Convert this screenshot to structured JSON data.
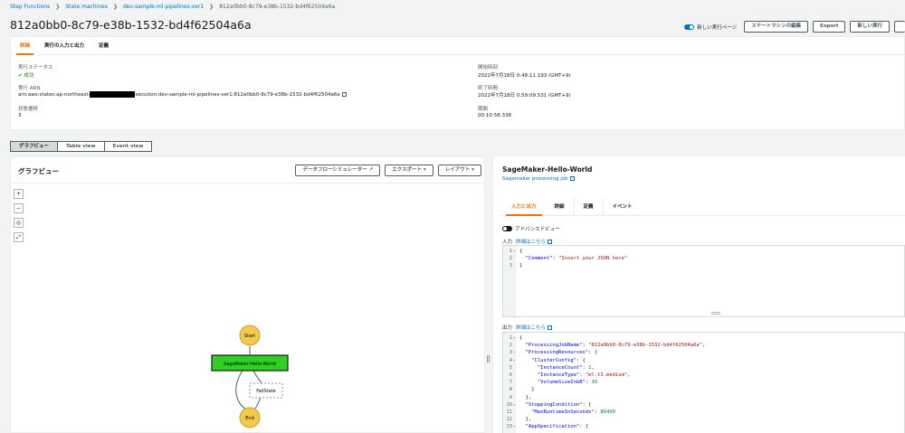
{
  "breadcrumb": [
    {
      "label": "Step Functions",
      "link": true
    },
    {
      "label": "State machines",
      "link": true
    },
    {
      "label": "dev-sample-ml-pipelines-ver1",
      "link": true
    },
    {
      "label": "812a0bb0-8c79-e38b-1532-bd4f62504a6a",
      "link": false
    }
  ],
  "page_title": "812a0bb0-8c79-e38b-1532-bd4f62504a6a",
  "header": {
    "new_page_toggle_label": "新しい実行ページ",
    "edit_state_machine": "ステートマシンの編集",
    "export": "Export",
    "new_execution": "新しい実行"
  },
  "details": {
    "tabs": [
      "詳細",
      "実行の入力と出力",
      "定義"
    ],
    "execution_status_label": "実行ステータス",
    "execution_status_value": "成功",
    "execution_arn_label": "実行 ARN",
    "execution_arn_prefix": "arn:aws:states:ap-northeast-",
    "execution_arn_suffix": "xecution:dev-sample-ml-pipelines-ver1:812a0bb0-8c79-e38b-1532-bd4f62504a6a",
    "state_transitions_label": "状態遷移",
    "state_transitions_value": "3",
    "start_time_label": "開始時刻",
    "start_time_value": "2022年7月18日 0:48:11.193 (GMT+9)",
    "end_time_label": "終了時間",
    "end_time_value": "2022年7月18日 0:59:09.531 (GMT+9)",
    "duration_label": "期間",
    "duration_value": "00:10:58.338"
  },
  "view_tabs": [
    "グラフビュー",
    "Table view",
    "Event view"
  ],
  "graph": {
    "title": "グラフビュー",
    "workflow_simulator": "データフローシミュレーター",
    "export": "エクスポート",
    "layout": "レイアウト",
    "zoom_controls": [
      "zoom-in-icon",
      "zoom-out-icon",
      "center-icon",
      "fit-icon"
    ],
    "nodes": {
      "start": "Start",
      "task": "SageMaker-Hello-World",
      "fail": "FailState",
      "end": "End"
    },
    "colors": {
      "start_end": "#f2c94c",
      "task": "#2ed121",
      "edge": "#545b64"
    }
  },
  "side": {
    "title": "SageMaker-Hello-World",
    "resource_link": "Sagemaker processing job",
    "tabs": [
      "入力と出力",
      "詳細",
      "定義",
      "イベント"
    ],
    "advanced_view_label": "アドバンスドビュー",
    "input_label": "入力",
    "input_link": "詳細はこちら",
    "input_lines": [
      {
        "n": "1",
        "text": "{"
      },
      {
        "n": "2",
        "text": "  \"Comment\": \"Insert your JSON here\""
      },
      {
        "n": "3",
        "text": "}"
      }
    ],
    "output_label": "出力",
    "output_link": "詳細はこちら",
    "output_lines": [
      {
        "n": "1",
        "text": "{"
      },
      {
        "n": "2",
        "text": "  \"ProcessingJobName\": \"812a0bb0-8c79-e38b-1532-bd4f62504a6a\","
      },
      {
        "n": "3",
        "text": "  \"ProcessingResources\": {"
      },
      {
        "n": "4",
        "text": "    \"ClusterConfig\": {"
      },
      {
        "n": "5",
        "text": "      \"InstanceCount\": 1,"
      },
      {
        "n": "6",
        "text": "      \"InstanceType\": \"ml.t3.medium\","
      },
      {
        "n": "7",
        "text": "      \"VolumeSizeInGB\": 10"
      },
      {
        "n": "8",
        "text": "    }"
      },
      {
        "n": "9",
        "text": "  },"
      },
      {
        "n": "10",
        "text": "  \"StoppingCondition\": {"
      },
      {
        "n": "11",
        "text": "    \"MaxRuntimeInSeconds\": 86400"
      },
      {
        "n": "12",
        "text": "  },"
      },
      {
        "n": "13",
        "text": "  \"AppSpecification\": {"
      }
    ]
  }
}
